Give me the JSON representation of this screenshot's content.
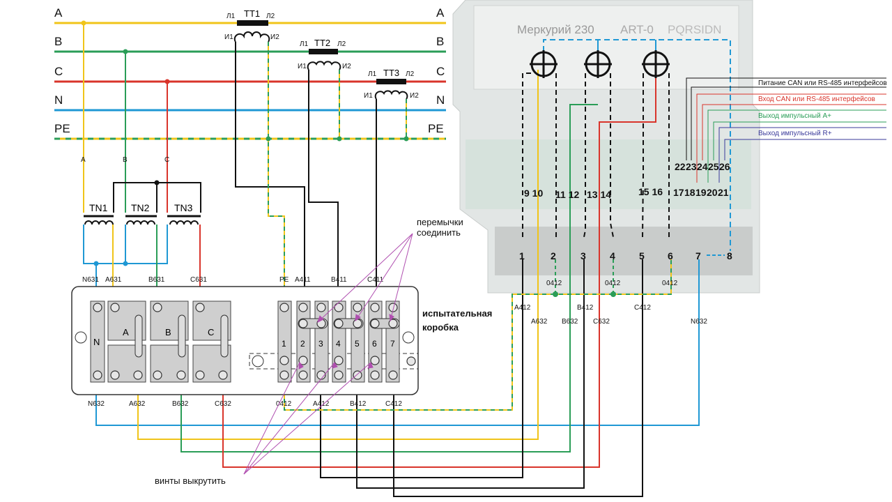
{
  "colors": {
    "A": "#f0c419",
    "B": "#2a9d57",
    "C": "#d9342b",
    "N": "#1f98d4",
    "black": "#111111",
    "annotation": "#b04fb0",
    "meter_body": "#e4e7e6"
  },
  "buses": [
    {
      "label": "A",
      "color": "#f0c419"
    },
    {
      "label": "B",
      "color": "#2a9d57"
    },
    {
      "label": "C",
      "color": "#d9342b"
    },
    {
      "label": "N",
      "color": "#1f98d4"
    },
    {
      "label": "PE",
      "color": "dashed-yellow-green"
    }
  ],
  "taps": {
    "a": "A",
    "b": "B",
    "c": "C"
  },
  "current_transformers": [
    {
      "name": "TT1",
      "l1": "Л1",
      "l2": "Л2",
      "i1": "И1",
      "i2": "И2"
    },
    {
      "name": "TT2",
      "l1": "Л1",
      "l2": "Л2",
      "i1": "И1",
      "i2": "И2"
    },
    {
      "name": "TT3",
      "l1": "Л1",
      "l2": "Л2",
      "i1": "И1",
      "i2": "И2"
    }
  ],
  "voltage_transformers": [
    "TN1",
    "TN2",
    "TN3"
  ],
  "test_box": {
    "title_line1": "испытательная",
    "title_line2": "коробка",
    "top_labels": [
      "N631",
      "A631",
      "B631",
      "C631",
      "PE",
      "A411",
      "B411",
      "C411"
    ],
    "bottom_labels": [
      "N632",
      "A632",
      "B632",
      "C632",
      "0412",
      "A412",
      "B412",
      "C412"
    ],
    "left_blocks": [
      "N",
      "A",
      "B",
      "C"
    ],
    "right_blocks": [
      "1",
      "2",
      "3",
      "4",
      "5",
      "6",
      "7"
    ]
  },
  "annotations": {
    "jumpers": "перемычки\nсоединить",
    "jumpers_line1": "перемычки",
    "jumpers_line2": "соединить",
    "screws": "винты выкрутить"
  },
  "meter": {
    "brand": "Меркурий 230",
    "model": "ART-0",
    "model_suffix": "PQRSIDN",
    "terminals": [
      "1",
      "2",
      "3",
      "4",
      "5",
      "6",
      "7",
      "8"
    ],
    "inner_terminals": [
      "9 10",
      "11 12",
      "13 14",
      "15 16"
    ],
    "interface_plus": [
      "22",
      "23",
      "24",
      "25",
      "26"
    ],
    "interface_minus": [
      "17",
      "18",
      "19",
      "20",
      "21"
    ],
    "wire_labels_top": [
      "0412",
      "0412",
      "0412"
    ],
    "wire_labels_bottom": [
      "A412",
      "A632",
      "B632",
      "B412",
      "C632",
      "C412",
      "N632"
    ],
    "outputs": [
      {
        "label": "Питание CAN или RS-485 интерфейсов",
        "color": "#111111"
      },
      {
        "label": "Вход CAN или RS-485 интерфейсов",
        "color": "#d9342b"
      },
      {
        "label": "Выход импульсный A+",
        "color": "#2a9d57"
      },
      {
        "label": "Выход импульсный R+",
        "color": "#3a3a9a"
      }
    ]
  }
}
